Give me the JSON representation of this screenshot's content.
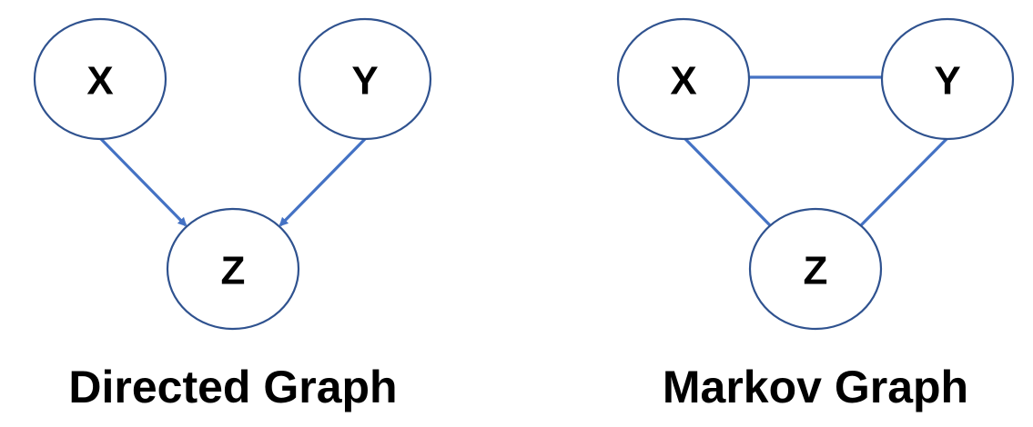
{
  "colors": {
    "node_stroke": "#2f528f",
    "edge": "#4472c4",
    "text": "#000000",
    "background": "#ffffff"
  },
  "directed_graph": {
    "caption": "Directed Graph",
    "nodes": {
      "x": "X",
      "y": "Y",
      "z": "Z"
    },
    "edges": [
      {
        "from": "X",
        "to": "Z",
        "directed": true
      },
      {
        "from": "Y",
        "to": "Z",
        "directed": true
      }
    ]
  },
  "markov_graph": {
    "caption": "Markov Graph",
    "nodes": {
      "x": "X",
      "y": "Y",
      "z": "Z"
    },
    "edges": [
      {
        "from": "X",
        "to": "Y",
        "directed": false
      },
      {
        "from": "X",
        "to": "Z",
        "directed": false
      },
      {
        "from": "Y",
        "to": "Z",
        "directed": false
      }
    ]
  }
}
